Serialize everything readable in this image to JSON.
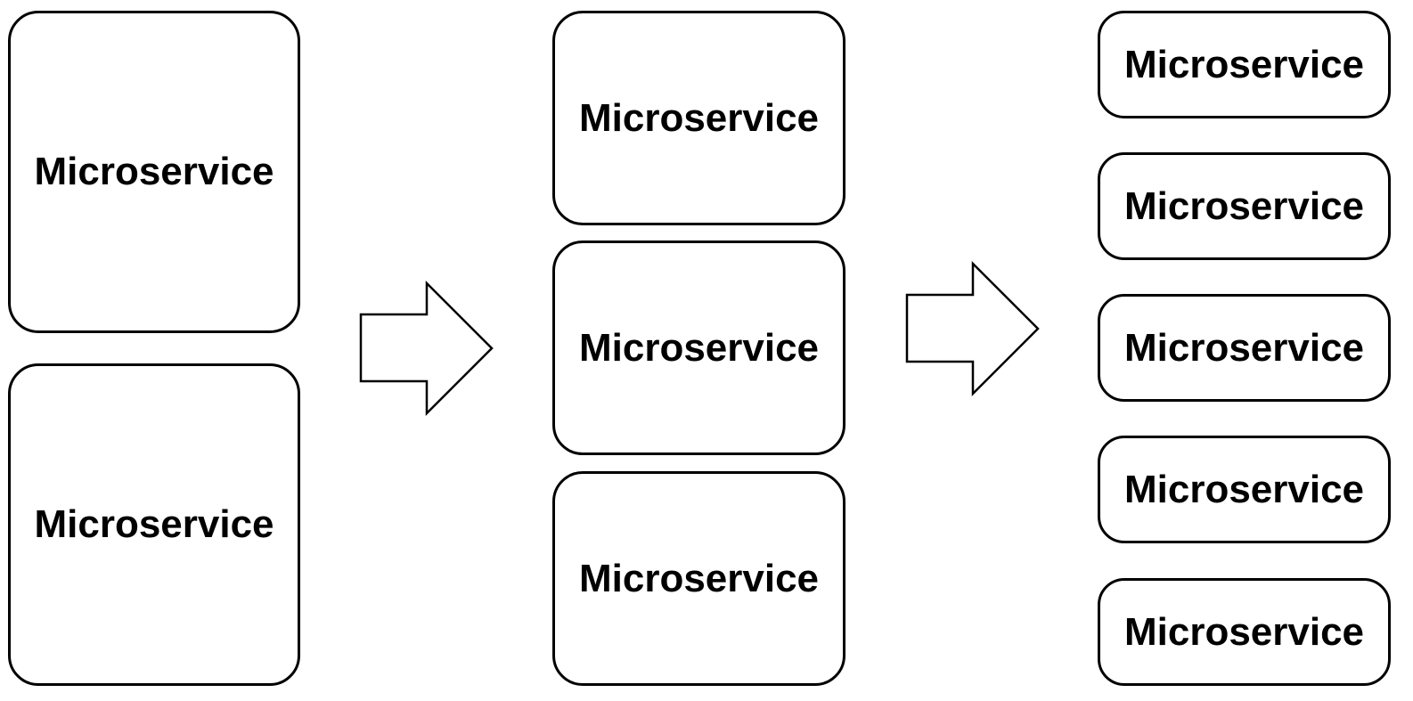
{
  "diagram": {
    "stages": [
      {
        "boxes": [
          {
            "label": "Microservice"
          },
          {
            "label": "Microservice"
          }
        ]
      },
      {
        "boxes": [
          {
            "label": "Microservice"
          },
          {
            "label": "Microservice"
          },
          {
            "label": "Microservice"
          }
        ]
      },
      {
        "boxes": [
          {
            "label": "Microservice"
          },
          {
            "label": "Microservice"
          },
          {
            "label": "Microservice"
          },
          {
            "label": "Microservice"
          },
          {
            "label": "Microservice"
          }
        ]
      }
    ],
    "colors": {
      "stroke": "#000000",
      "fill": "#ffffff",
      "text": "#000000"
    }
  }
}
